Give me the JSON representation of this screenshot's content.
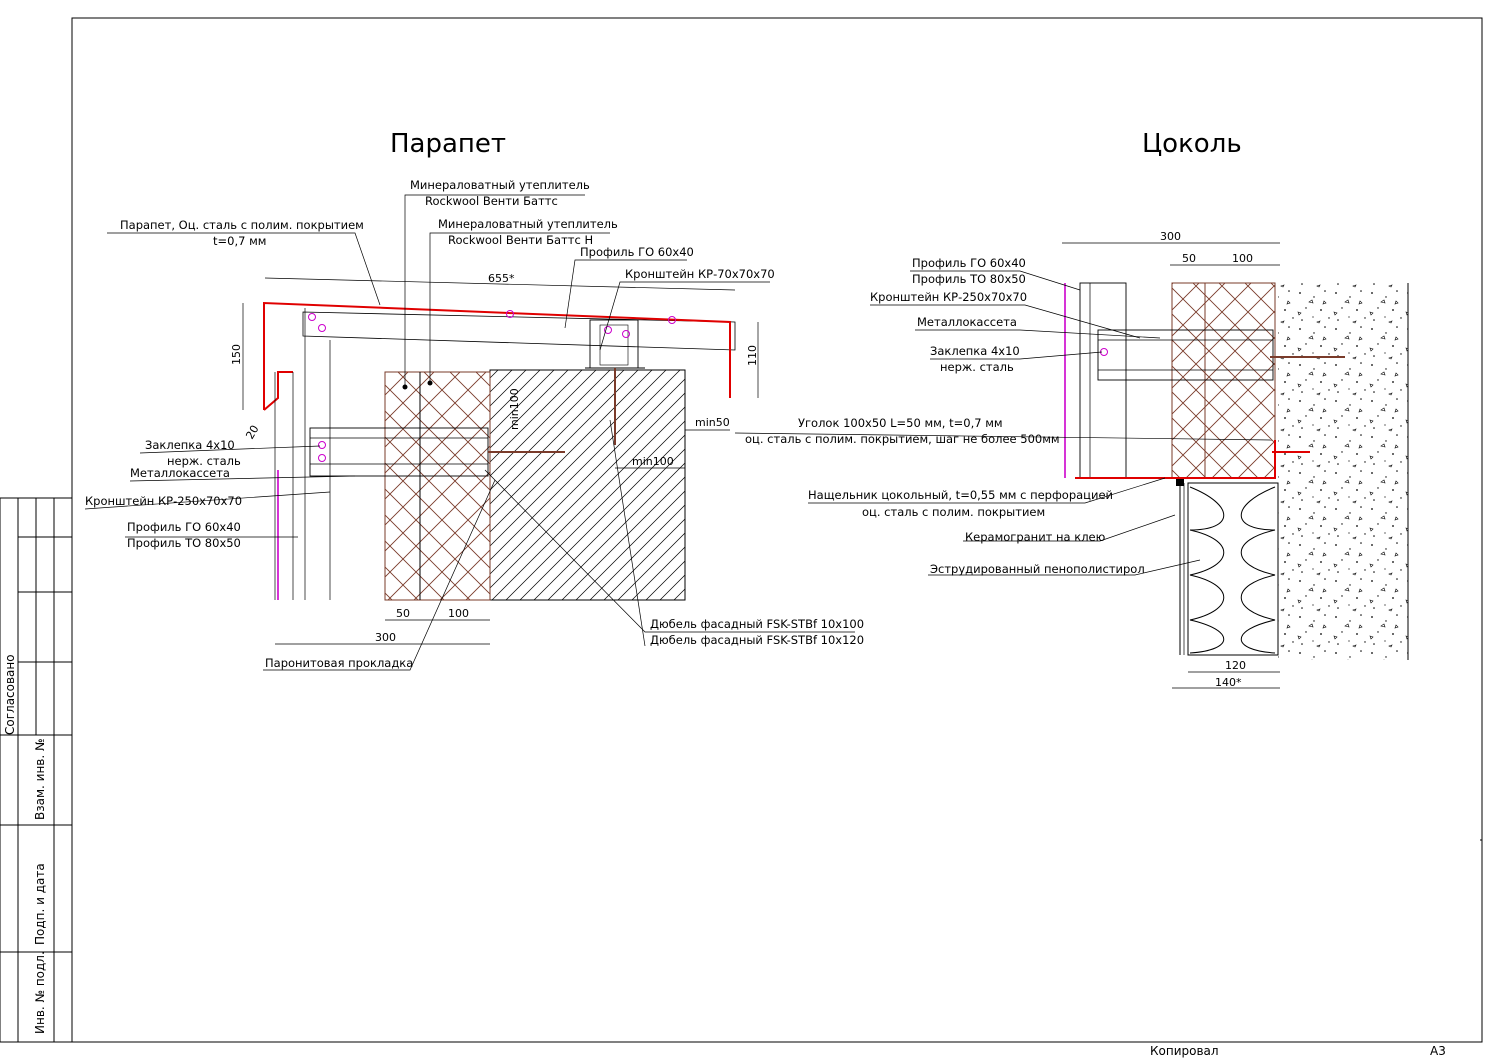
{
  "titles": {
    "parapet": "Парапет",
    "plinth": "Цоколь"
  },
  "parapet": {
    "labels": {
      "insulation1_line1": "Минераловатный утеплитель",
      "insulation1_line2": "Rockwool Венти Баттс",
      "insulation2_line1": "Минераловатный утеплитель",
      "insulation2_line2": "Rockwool Венти Баттс Н",
      "parapet_line1": "Парапет, Оц. сталь с полим. покрытием",
      "parapet_line2": "t=0,7 мм",
      "profile_go_top": "Профиль ГО 60х40",
      "bracket_small": "Кронштейн КР-70х70х70",
      "rivet_line1": "Заклепка 4х10",
      "rivet_line2": "нерж. сталь",
      "cassette": "Металлокассета",
      "bracket_large": "Кронштейн КР-250х70х70",
      "profile_go": "Профиль ГО 60х40",
      "profile_to": "Профиль ТО 80х50",
      "dowel1": "Дюбель фасадный FSK-STBf 10х100",
      "dowel2": "Дюбель фасадный FSK-STBf 10х120",
      "gasket": "Паронитовая прокладка"
    },
    "dims": {
      "d655": "655*",
      "d150": "150",
      "d110": "110",
      "d20": "20",
      "min100_v": "min100",
      "min50": "min50",
      "min100_h": "min100",
      "d50": "50",
      "d100": "100",
      "d300": "300"
    }
  },
  "plinth": {
    "labels": {
      "profile_go": "Профиль ГО 60х40",
      "profile_to": "Профиль ТО 80х50",
      "bracket": "Кронштейн КР-250х70х70",
      "cassette": "Металлокассета",
      "rivet_line1": "Заклепка 4х10",
      "rivet_line2": "нерж. сталь",
      "angle_line1": "Уголок 100х50 L=50 мм, t=0,7 мм",
      "angle_line2": "оц. сталь с полим. покрытием, шаг не более 500мм",
      "flashing_line1": "Нащельник цокольный, t=0,55 мм с перфорацией",
      "flashing_line2": "оц. сталь с полим. покрытием",
      "ceramic": "Керамогранит на клею",
      "xps": "Эструдированный пенополистирол"
    },
    "dims": {
      "d300": "300",
      "d50": "50",
      "d100": "100",
      "d120": "120",
      "d140": "140*"
    }
  },
  "stamp": {
    "agreed": "Согласовано",
    "replace_inv": "Взам. инв. №",
    "sign_date": "Подп. и дата",
    "inv_orig": "Инв. № подл."
  },
  "footer": {
    "copied": "Копировал",
    "format": "А3"
  },
  "colors": {
    "red": "#e00000",
    "magenta": "#cc00cc",
    "brown": "#7a3b2a",
    "line": "#000000"
  }
}
